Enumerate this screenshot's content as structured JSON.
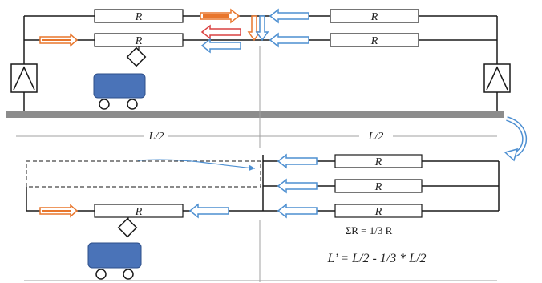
{
  "resistor_label": "R",
  "half_length_left": "L/2",
  "half_length_right": "L/2",
  "sum_label": "ΣR = 1/3 R",
  "equation": "L’ = L/2 - 1/3 * L/2",
  "colors": {
    "wire": "#1a1a1a",
    "rail": "#8c8c8c",
    "cart": "#4a73b8",
    "arrow_orange": "#e8762c",
    "arrow_blue": "#4d8fd1",
    "arrow_red": "#d94040",
    "guide": "#a0a0a0"
  },
  "icons": [
    "cart-icon",
    "sensor-diamond-icon",
    "anchor-triangle-icon",
    "curved-arrow-icon"
  ]
}
